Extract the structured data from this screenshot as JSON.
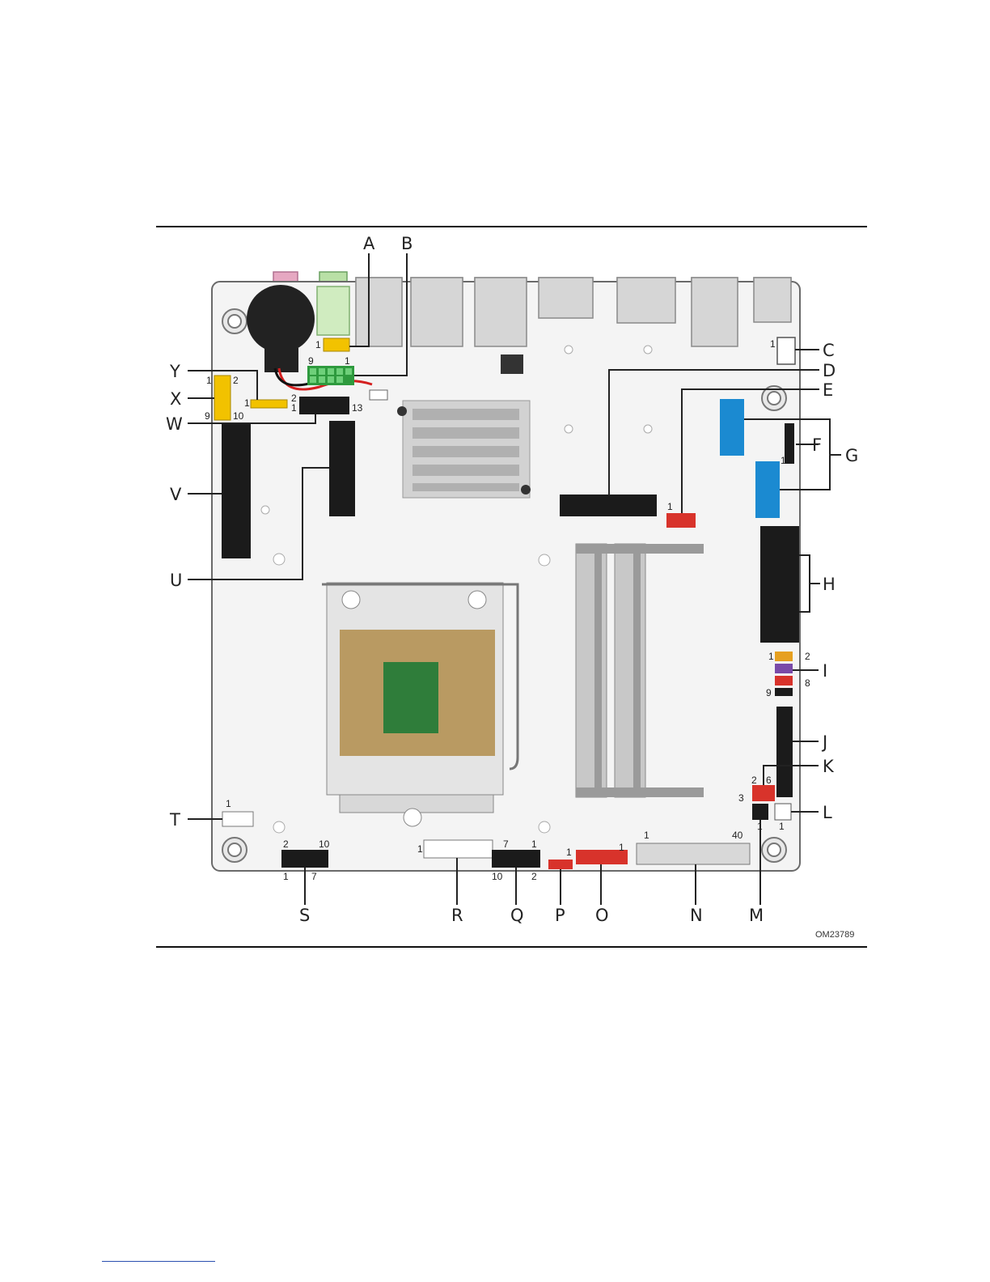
{
  "figure_id": "OM23789",
  "callouts": {
    "A": "A",
    "B": "B",
    "C": "C",
    "D": "D",
    "E": "E",
    "F": "F",
    "G": "G",
    "H": "H",
    "I": "I",
    "J": "J",
    "K": "K",
    "L": "L",
    "M": "M",
    "N": "N",
    "O": "O",
    "P": "P",
    "Q": "Q",
    "R": "R",
    "S": "S",
    "T": "T",
    "U": "U",
    "V": "V",
    "W": "W",
    "X": "X",
    "Y": "Y"
  },
  "pins": {
    "a_1": "1",
    "b_9": "9",
    "b_1": "1",
    "c_1": "1",
    "w_2": "2",
    "w_1": "1",
    "w_13": "13",
    "y_1": "1",
    "x_1": "1",
    "x_2": "2",
    "x_9": "9",
    "x_10": "10",
    "e_1": "1",
    "f_1": "1",
    "i_1": "1",
    "i_2": "2",
    "i_8": "8",
    "i_9": "9",
    "k_2": "2",
    "k_6": "6",
    "k_3": "3",
    "m_1": "1",
    "l_1": "1",
    "t_1": "1",
    "n_1": "1",
    "n_40": "40",
    "o_1": "1",
    "p_1": "1",
    "q_7": "7",
    "q_1": "1",
    "q_10": "10",
    "q_2": "2",
    "r_1": "1",
    "s_2": "2",
    "s_10": "10",
    "s_1": "1",
    "s_7": "7"
  },
  "colors": {
    "board": "#f4f4f4",
    "board_edge": "#6a6a6a",
    "header_yellow": "#f2c200",
    "header_green": "#2e9a3e",
    "header_red": "#d8332b",
    "header_black": "#1b1b1b",
    "sata_blue": "#1b8ad1",
    "socket_gold": "#b99a62",
    "chip_green": "#2f7d3a",
    "heatsink": "#c8c8c8"
  }
}
